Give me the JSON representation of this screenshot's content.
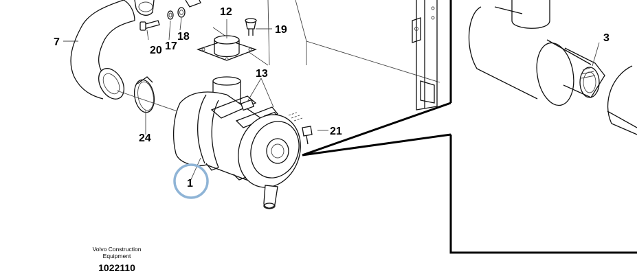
{
  "diagram": {
    "callouts": {
      "c1": "1",
      "c3": "3",
      "c7": "7",
      "c12": "12",
      "c13": "13",
      "c17": "17",
      "c18": "18",
      "c19": "19",
      "c20": "20",
      "c21": "21",
      "c24": "24"
    },
    "highlight_color": "#8fb4d6",
    "footer": {
      "brand_line1": "Volvo Construction",
      "brand_line2": "Equipment",
      "document_number": "1022110"
    }
  }
}
